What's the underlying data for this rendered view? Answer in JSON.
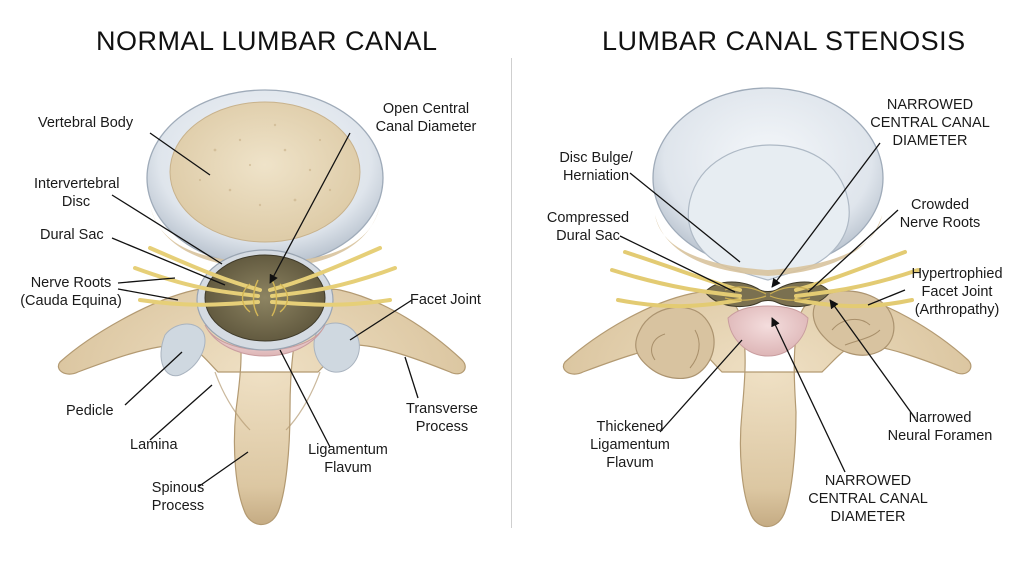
{
  "left": {
    "title": "NORMAL LUMBAR CANAL",
    "labels": {
      "vertebral_body": "Vertebral Body",
      "intervertebral_disc": [
        "Intervertebral",
        "Disc"
      ],
      "dural_sac": "Dural Sac",
      "nerve_roots": [
        "Nerve Roots",
        "(Cauda Equina)"
      ],
      "open_canal": [
        "Open Central",
        "Canal Diameter"
      ],
      "facet_joint": "Facet Joint",
      "pedicle": "Pedicle",
      "lamina": "Lamina",
      "spinous_process": [
        "Spinous",
        "Process"
      ],
      "ligamentum_flavum": [
        "Ligamentum",
        "Flavum"
      ],
      "transverse_process": [
        "Transverse",
        "Process"
      ]
    }
  },
  "right": {
    "title": "LUMBAR CANAL STENOSIS",
    "labels": {
      "narrowed_canal_top": [
        "NARROWED",
        "CENTRAL CANAL",
        "DIAMETER"
      ],
      "disc_bulge": [
        "Disc Bulge/",
        "Herniation"
      ],
      "compressed_dural_sac": [
        "Compressed",
        "Dural Sac"
      ],
      "crowded_nerve_roots": [
        "Crowded",
        "Nerve Roots"
      ],
      "hypertrophied_facet": [
        "Hypertrophied",
        "Facet Joint",
        "(Arthropathy)"
      ],
      "thickened_ligamentum": [
        "Thickened",
        "Ligamentum",
        "Flavum"
      ],
      "narrowed_foramen": [
        "Narrowed",
        "Neural Foramen"
      ],
      "narrowed_canal_bottom": [
        "NARROWED",
        "CENTRAL CANAL",
        "DIAMETER"
      ]
    }
  },
  "colors": {
    "bone": "#e4d2b2",
    "bone_shadow": "#c9b08a",
    "disc_rim": "#dfe4ea",
    "cancellous": "#eadbbd",
    "nerve": "#e3cc7a",
    "dural": "#6b6246",
    "ligament": "#e8c7c8",
    "facet_cartilage": "#c8d3dc"
  }
}
